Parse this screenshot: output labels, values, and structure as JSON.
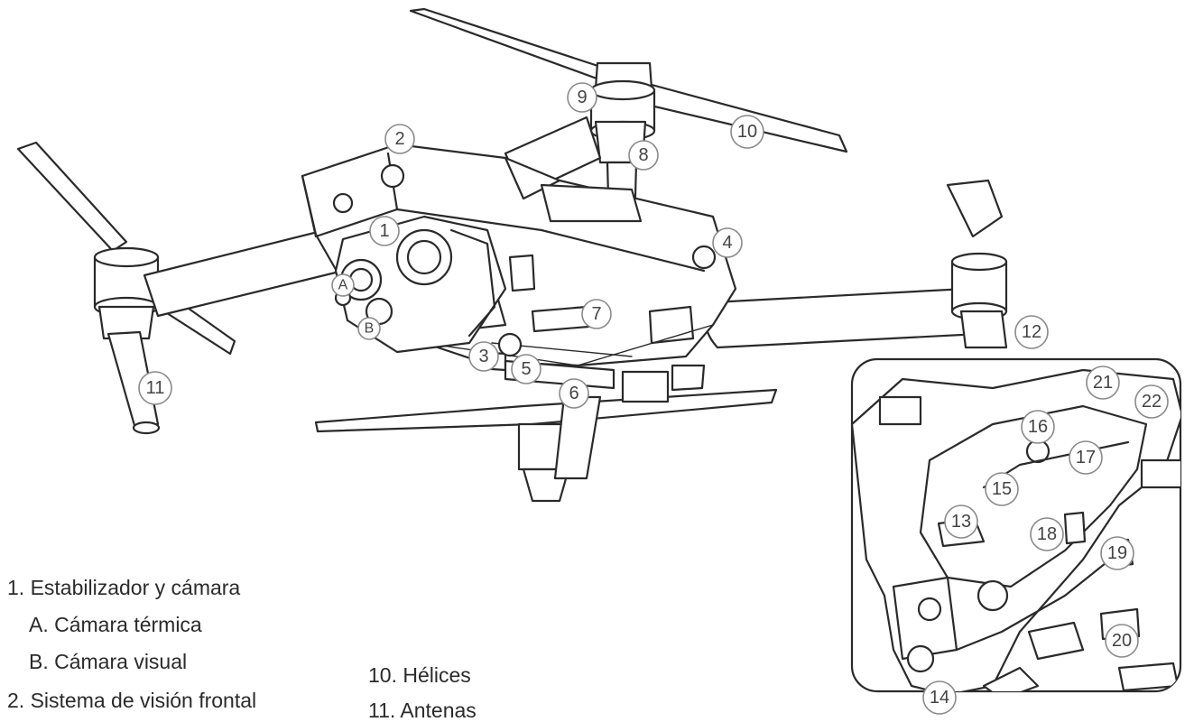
{
  "callouts": [
    "1",
    "2",
    "3",
    "4",
    "5",
    "6",
    "7",
    "8",
    "9",
    "10",
    "11",
    "12",
    "13",
    "14",
    "15",
    "16",
    "17",
    "18",
    "19",
    "20",
    "21",
    "22",
    "A",
    "B"
  ],
  "legend": {
    "item1": "1. Estabilizador y cámara",
    "item1a": "A. Cámara térmica",
    "item1b": "B. Cámara visual",
    "item2": "2. Sistema de visión frontal",
    "item10": "10. Hélices",
    "item11": "11. Antenas"
  }
}
